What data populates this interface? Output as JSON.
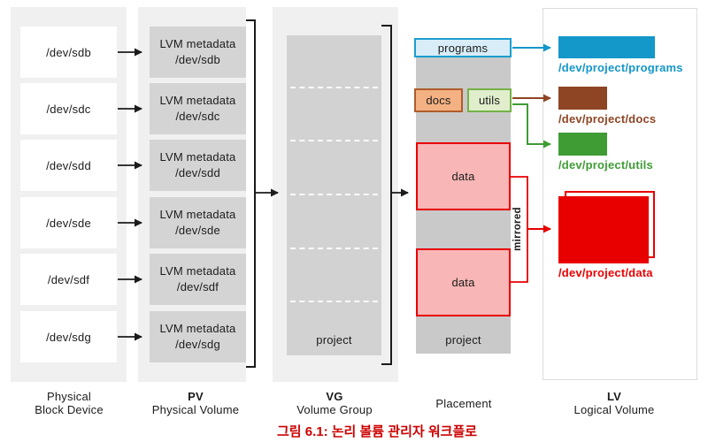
{
  "colors": {
    "column_background": "#f0f0f0",
    "pv_box_gray": "#d4d4d4",
    "vg_box_gray": "#d2d2d2",
    "placement_strip_gray": "#c9c9c9",
    "blue": "#1497c9",
    "blue_light_fill": "#d8edf8",
    "brown": "#8e4524",
    "docs_fill": "#f4b183",
    "green": "#3f9c35",
    "utils_fill": "#e0eecb",
    "red": "#e80000",
    "data_fill": "#f8b6b6",
    "text": "#1b1b1b",
    "caption_red": "#cc0000"
  },
  "columns": {
    "physical": {
      "label_line1": "Physical",
      "label_line2": "Block Device",
      "devices": [
        "/dev/sdb",
        "/dev/sdc",
        "/dev/sdd",
        "/dev/sde",
        "/dev/sdf",
        "/dev/sdg"
      ]
    },
    "pv": {
      "label_line1": "PV",
      "label_line2": "Physical Volume",
      "metadata_label": "LVM metadata",
      "devices": [
        "/dev/sdb",
        "/dev/sdc",
        "/dev/sdd",
        "/dev/sde",
        "/dev/sdf",
        "/dev/sdg"
      ]
    },
    "vg": {
      "label_line1": "VG",
      "label_line2": "Volume Group",
      "volume_name": "project"
    },
    "placement": {
      "label": "Placement",
      "volume_name": "project",
      "mirrored_label": "mirrored",
      "segments": {
        "programs": "programs",
        "docs": "docs",
        "utils": "utils",
        "data_top": "data",
        "data_bottom": "data"
      }
    },
    "lv": {
      "label_line1": "LV",
      "label_line2": "Logical Volume",
      "volumes": [
        {
          "name": "programs",
          "path": "/dev/project/programs",
          "color": "#1497c9"
        },
        {
          "name": "docs",
          "path": "/dev/project/docs",
          "color": "#8e4524"
        },
        {
          "name": "utils",
          "path": "/dev/project/utils",
          "color": "#3f9c35"
        },
        {
          "name": "data",
          "path": "/dev/project/data",
          "color": "#e80000"
        }
      ]
    }
  },
  "caption": "그림 6.1: 논리 볼륨 관리자 워크플로"
}
